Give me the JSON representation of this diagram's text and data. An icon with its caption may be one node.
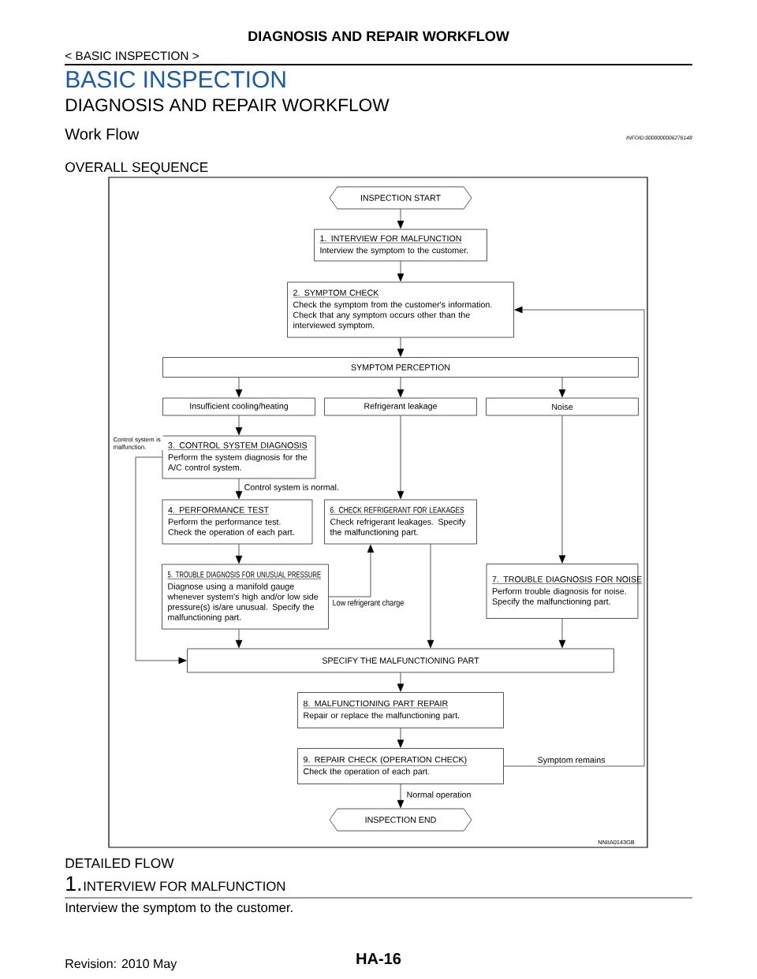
{
  "diagram": {
    "title": "DIAGNOSIS AND REPAIR WORKFLOW",
    "nodes": [
      {
        "text": [
          "INSPECTION START"
        ]
      },
      {
        "text": [
          "1. INTERVIEW FOR MALFUNCTION",
          "Interview the symptom to the customer."
        ]
      },
      {
        "text": [
          "2. SYMPTOM CHECK",
          "Check the symptom from the customer's information. Check that any symptom occurs other than the interviewed symptom."
        ]
      },
      {
        "text": [
          "SYMPTOM PERCEPTION"
        ]
      },
      {
        "text": [
          "Insufficient cooling/heating"
        ]
      },
      {
        "text": [
          "Refrigerant leakage"
        ]
      },
      {
        "text": [
          "Noise"
        ]
      },
      {
        "text": [
          "3. CONTROL SYSTEM DIAGNOSIS",
          "Perform the system diagnosis for the A/C control system."
        ]
      },
      {
        "text": [
          "4. PERFORMANCE TEST",
          "Perform the performance test. Check the operation of each part."
        ]
      },
      {
        "text": [
          "6. CHECK REFRIGERANT FOR LEAKAGES",
          "Check refrigerant leakages. Specify the malfunctioning part."
        ]
      },
      {
        "text": [
          "5. TROUBLE DIAGNOSIS FOR UNUSUAL PRESSURE",
          "Diagnose using a manifold gauge whenever system's high and/or low side pressure(s) is/are unusual. Specify the malfunctioning part."
        ]
      },
      {
        "text": [
          "7. TROUBLE DIAGNOSIS FOR NOISE",
          "Perform trouble diagnosis for noise. Specify the malfunctioning part."
        ]
      },
      {
        "text": [
          "SPECIFY THE MALFUNCTIONING PART"
        ]
      },
      {
        "text": [
          "8. MALFUNCTIONING PART REPAIR",
          "Repair or replace the malfunctioning part."
        ]
      },
      {
        "text": [
          "9. REPAIR CHECK (OPERATION CHECK)",
          "Check the operation of each part."
        ]
      },
      {
        "text": [
          "INSPECTION END"
        ]
      }
    ],
    "edges": [
      {
        "from": 0,
        "to": 1,
        "arrow": "to"
      },
      {
        "from": 1,
        "to": 2,
        "arrow": "to"
      },
      {
        "from": 2,
        "to": 3,
        "arrow": "to"
      },
      {
        "from": 3,
        "to": 4,
        "arrow": "to"
      },
      {
        "from": 3,
        "to": 5,
        "arrow": "to"
      },
      {
        "from": 3,
        "to": 6,
        "arrow": "to"
      },
      {
        "from": 4,
        "to": 7,
        "arrow": "to"
      },
      {
        "from": 7,
        "to": 8,
        "arrow": "to",
        "label": "Control system is normal."
      },
      {
        "from": 7,
        "to": 12,
        "arrow": "to",
        "label": "Control system is malfunction."
      },
      {
        "from": 5,
        "to": 9,
        "arrow": "to"
      },
      {
        "from": 8,
        "to": 10,
        "arrow": "to"
      },
      {
        "from": 10,
        "to": 9,
        "arrow": "to",
        "label": "Low refrigerant charge"
      },
      {
        "from": 6,
        "to": 11,
        "arrow": "to"
      },
      {
        "from": 10,
        "to": 12,
        "arrow": "to"
      },
      {
        "from": 9,
        "to": 12,
        "arrow": "to"
      },
      {
        "from": 11,
        "to": 12,
        "arrow": "to"
      },
      {
        "from": 12,
        "to": 13,
        "arrow": "to"
      },
      {
        "from": 13,
        "to": 14,
        "arrow": "to"
      },
      {
        "from": 14,
        "to": 15,
        "arrow": "to",
        "label": "Normal operation"
      },
      {
        "from": 14,
        "to": 2,
        "arrow": "to",
        "label": "Symptom remains"
      }
    ],
    "labels": [
      "< BASIC INSPECTION >",
      "BASIC INSPECTION",
      "DIAGNOSIS AND REPAIR WORKFLOW",
      "Work Flow",
      "INFOID:0000000006276148",
      "OVERALL SEQUENCE",
      "NNIIA0143GB",
      "DETAILED FLOW",
      "1.",
      "INTERVIEW FOR MALFUNCTION",
      "Interview the symptom to the customer.",
      "Revision: 2010 May",
      "HA-16"
    ]
  }
}
